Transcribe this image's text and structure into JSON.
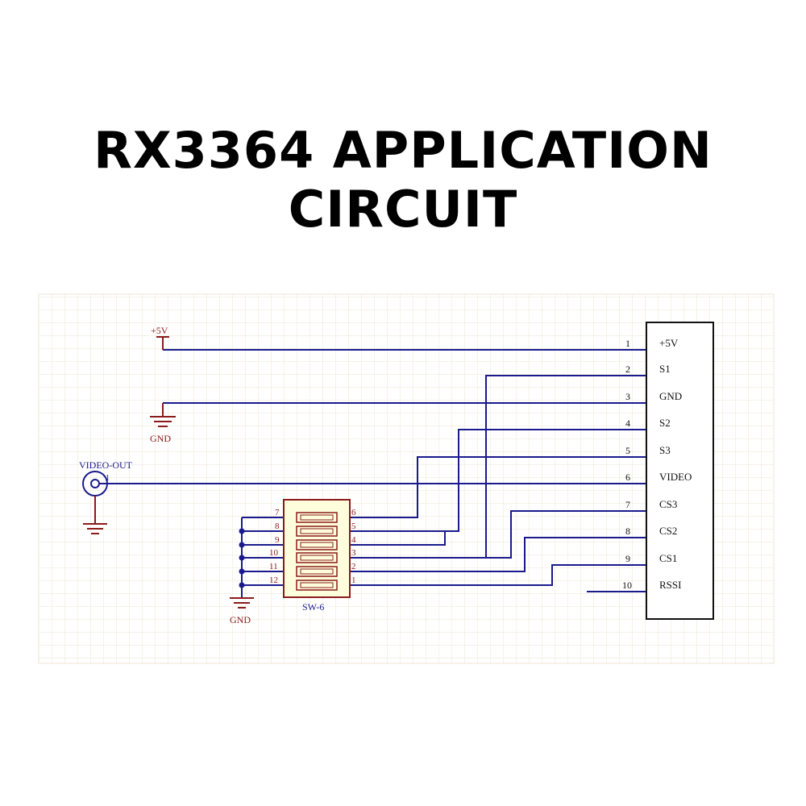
{
  "title": "RX3364 APPLICATION CIRCUIT",
  "colors": {
    "wire": "#1a1a8c",
    "symbol": "#8b1a1a",
    "body": "#fefedc",
    "grid": "#ece6d4",
    "pin_label": "#111111"
  },
  "connector": {
    "pins": [
      {
        "num": "1",
        "name": "+5V"
      },
      {
        "num": "2",
        "name": "S1"
      },
      {
        "num": "3",
        "name": "GND"
      },
      {
        "num": "4",
        "name": "S2"
      },
      {
        "num": "5",
        "name": "S3"
      },
      {
        "num": "6",
        "name": "VIDEO"
      },
      {
        "num": "7",
        "name": "CS3"
      },
      {
        "num": "8",
        "name": "CS2"
      },
      {
        "num": "9",
        "name": "CS1"
      },
      {
        "num": "10",
        "name": "RSSI"
      }
    ]
  },
  "power": {
    "vcc_label": "+5V",
    "gnd_label": "GND",
    "gnd2_label": "GND"
  },
  "video_out": {
    "label": "VIDEO-OUT",
    "pin": "1"
  },
  "switch": {
    "label": "SW-6",
    "left_pins": [
      "7",
      "8",
      "9",
      "10",
      "11",
      "12"
    ],
    "right_pins": [
      "6",
      "5",
      "4",
      "3",
      "2",
      "1"
    ]
  }
}
